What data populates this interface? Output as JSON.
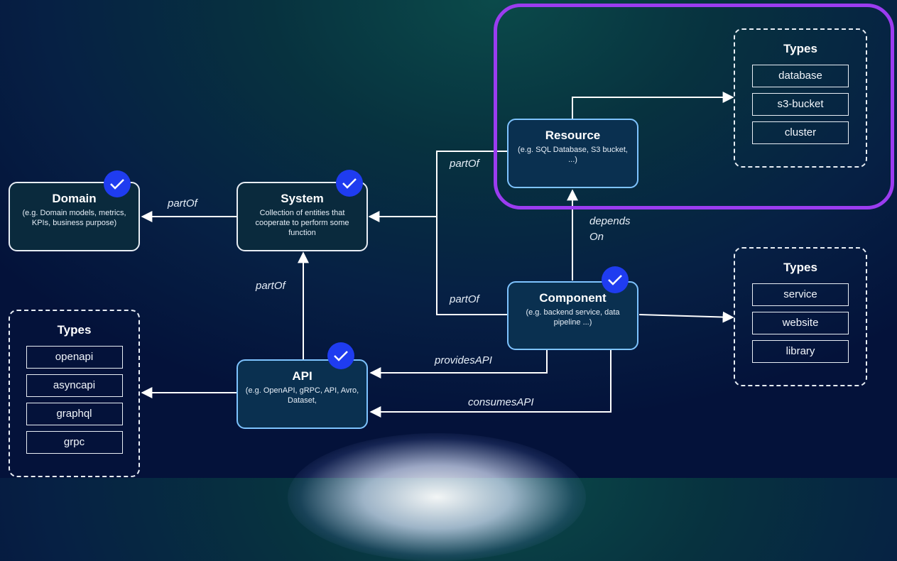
{
  "nodes": {
    "domain": {
      "title": "Domain",
      "desc": "(e.g. Domain models, metrics, KPIs, business purpose)"
    },
    "system": {
      "title": "System",
      "desc": "Collection of entities that cooperate to perform some function"
    },
    "resource": {
      "title": "Resource",
      "desc": "(e.g. SQL Database, S3 bucket, ...)"
    },
    "component": {
      "title": "Component",
      "desc": "(e.g. backend service, data pipeline ...)"
    },
    "api": {
      "title": "API",
      "desc": "(e.g. OpenAPI, gRPC, API, Avro, Dataset,"
    }
  },
  "edges": {
    "system_domain": "partOf",
    "resource_system": "partOf",
    "component_system": "partOf",
    "api_system": "partOf",
    "component_resource_1": "depends",
    "component_resource_2": "On",
    "component_api_provides": "providesAPI",
    "component_api_consumes": "consumesAPI"
  },
  "type_groups": {
    "resource": {
      "title": "Types",
      "items": [
        "database",
        "s3-bucket",
        "cluster"
      ]
    },
    "component": {
      "title": "Types",
      "items": [
        "service",
        "website",
        "library"
      ]
    },
    "api": {
      "title": "Types",
      "items": [
        "openapi",
        "asyncapi",
        "graphql",
        "grpc"
      ]
    }
  },
  "colors": {
    "highlight": "#9b3cf0",
    "check_badge": "#1f3cf0",
    "node_border": "#e8eef5",
    "blue_node_border": "#7ec3ff"
  },
  "icons": {
    "badge": "checkmark-icon"
  }
}
